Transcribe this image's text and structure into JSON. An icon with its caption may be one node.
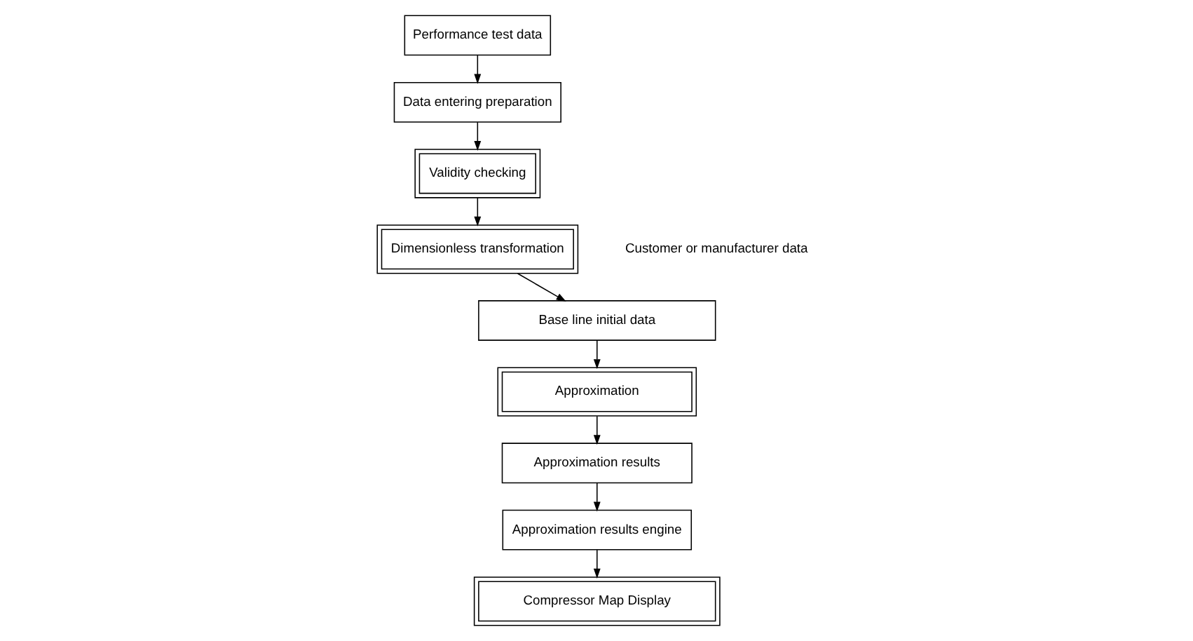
{
  "diagram": {
    "nodes": [
      {
        "text": [
          "Performance test data"
        ]
      },
      {
        "text": [
          "Data entering preparation"
        ]
      },
      {
        "text": [
          "Validity checking"
        ]
      },
      {
        "text": [
          "Dimensionless transformation"
        ]
      },
      {
        "text": [
          "Base line initial data"
        ]
      },
      {
        "text": [
          "Approximation"
        ]
      },
      {
        "text": [
          "Compressor Map Display"
        ]
      },
      {
        "text": [
          "Approximation results engine"
        ]
      },
      {
        "text": [
          "Approximation results"
        ]
      }
    ],
    "edges": [
      {
        "from": 0,
        "to": 1,
        "arrow": "to"
      },
      {
        "from": 1,
        "to": 2,
        "arrow": "to"
      },
      {
        "from": 2,
        "to": 3,
        "arrow": "to"
      },
      {
        "from": 3,
        "to": 4,
        "arrow": "to"
      },
      {
        "from": 4,
        "to": 5,
        "arrow": "to"
      },
      {
        "from": 5,
        "to": 8,
        "arrow": "to"
      },
      {
        "from": 8,
        "to": 7,
        "arrow": "to"
      },
      {
        "from": 7,
        "to": 6,
        "arrow": "to"
      }
    ],
    "labels": [
      "Customer or manufacturer data"
    ]
  }
}
